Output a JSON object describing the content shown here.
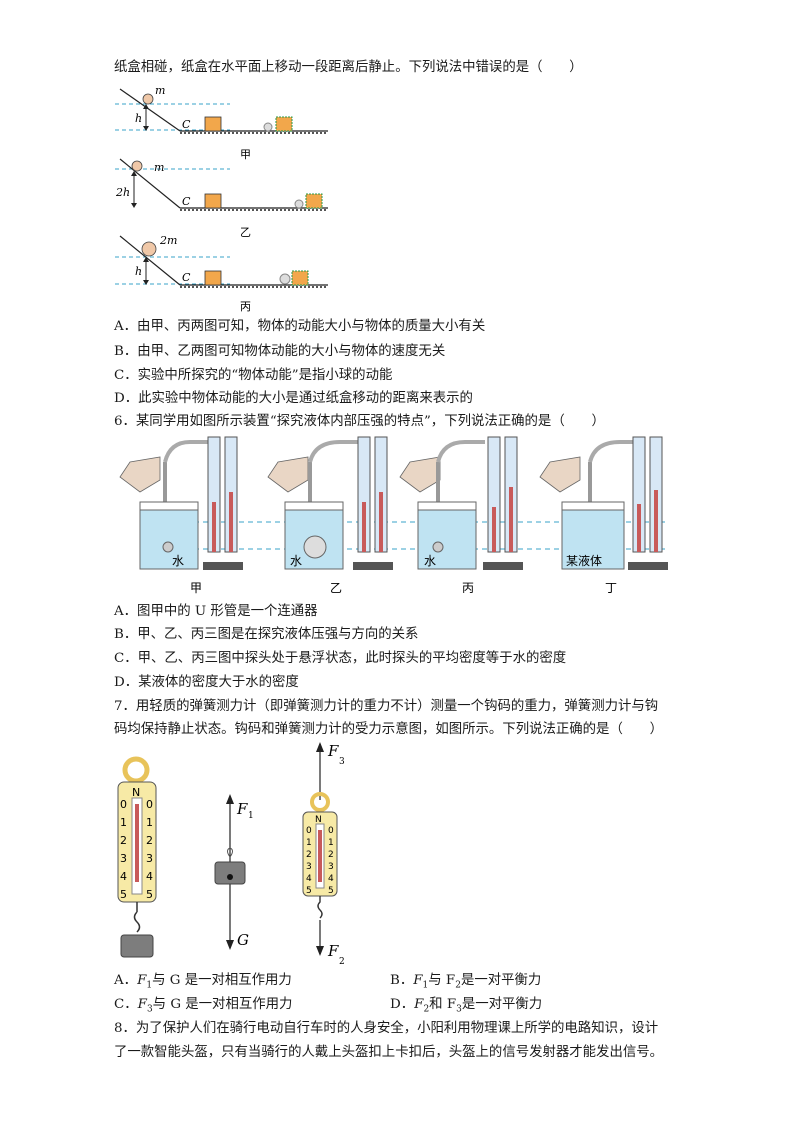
{
  "q5": {
    "stem_tail": "纸盒相碰，纸盒在水平面上移动一段距离后静止。下列说法中错误的是（　　）",
    "fig_labels": {
      "m": "m",
      "two_m": "2m",
      "h": "h",
      "two_h": "2h",
      "C": "C",
      "jia": "甲",
      "yi": "乙",
      "bing": "丙"
    },
    "options": [
      "A．由甲、丙两图可知，物体的动能大小与物体的质量大小有关",
      "B．由甲、乙两图可知物体动能的大小与物体的速度无关",
      "C．实验中所探究的“物体动能”是指小球的动能",
      "D．此实验中物体动能的大小是通过纸盒移动的距离来表示的"
    ]
  },
  "q6": {
    "stem": "6．某同学用如图所示装置“探究液体内部压强的特点”，下列说法正确的是（　　）",
    "liquid_labels": [
      "水",
      "水",
      "水",
      "某液体"
    ],
    "panel_labels": [
      "甲",
      "乙",
      "丙",
      "丁"
    ],
    "options": [
      "A．图甲中的 U 形管是一个连通器",
      "B．甲、乙、丙三图是在探究液体压强与方向的关系",
      "C．甲、乙、丙三图中探头处于悬浮状态，此时探头的平均密度等于水的密度",
      "D．某液体的密度大于水的密度"
    ]
  },
  "q7": {
    "stem_line1": "7．用轻质的弹簧测力计（即弹簧测力计的重力不计）测量一个钩码的重力，弹簧测力计与钩",
    "stem_line2": "码均保持静止状态。钩码和弹簧测力计的受力示意图，如图所示。下列说法正确的是（　　）",
    "scale_unit": "N",
    "scale_ticks": [
      "0",
      "1",
      "2",
      "3",
      "4",
      "5"
    ],
    "force_labels": {
      "F": "F",
      "G": "G",
      "sub1": "1",
      "sub2": "2",
      "sub3": "3"
    },
    "options": [
      {
        "a": "A．",
        "b": "F",
        "c": "1",
        "d": "与 G 是一对相互作用力"
      },
      {
        "a": "B．",
        "b": "F",
        "c": "1",
        "d": "与 F",
        "e": "2",
        "f": "是一对平衡力"
      },
      {
        "a": "C．",
        "b": "F",
        "c": "3",
        "d": "与 G 是一对相互作用力"
      },
      {
        "a": "D．",
        "b": "F",
        "c": "2",
        "d": "和 F",
        "e": "3",
        "f": "是一对平衡力"
      }
    ]
  },
  "q8": {
    "line1": "8．为了保护人们在骑行电动自行车时的人身安全，小阳利用物理课上所学的电路知识，设计",
    "line2": "了一款智能头盔，只有当骑行的人戴上头盔扣上卡扣后，头盔上的信号发射器才能发出信号。"
  },
  "colors": {
    "dash": "#3aa3c9",
    "box": "#f2a74b",
    "ball": "#f0c8a8",
    "water": "#bfe3f2",
    "scale": "#f7eaa6",
    "hook": "#e8c35a"
  }
}
